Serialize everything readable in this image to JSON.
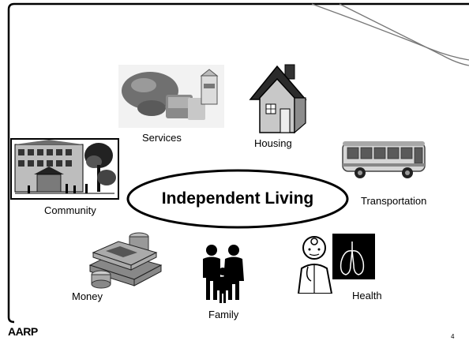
{
  "slide": {
    "center_label": "Independent Living",
    "page_number": "4",
    "logo_text": "AARP"
  },
  "items": {
    "services": "Services",
    "housing": "Housing",
    "community": "Community",
    "transportation": "Transportation",
    "money": "Money",
    "family": "Family",
    "health": "Health"
  },
  "colors": {
    "frame": "#000000",
    "swoosh": "#777777"
  }
}
